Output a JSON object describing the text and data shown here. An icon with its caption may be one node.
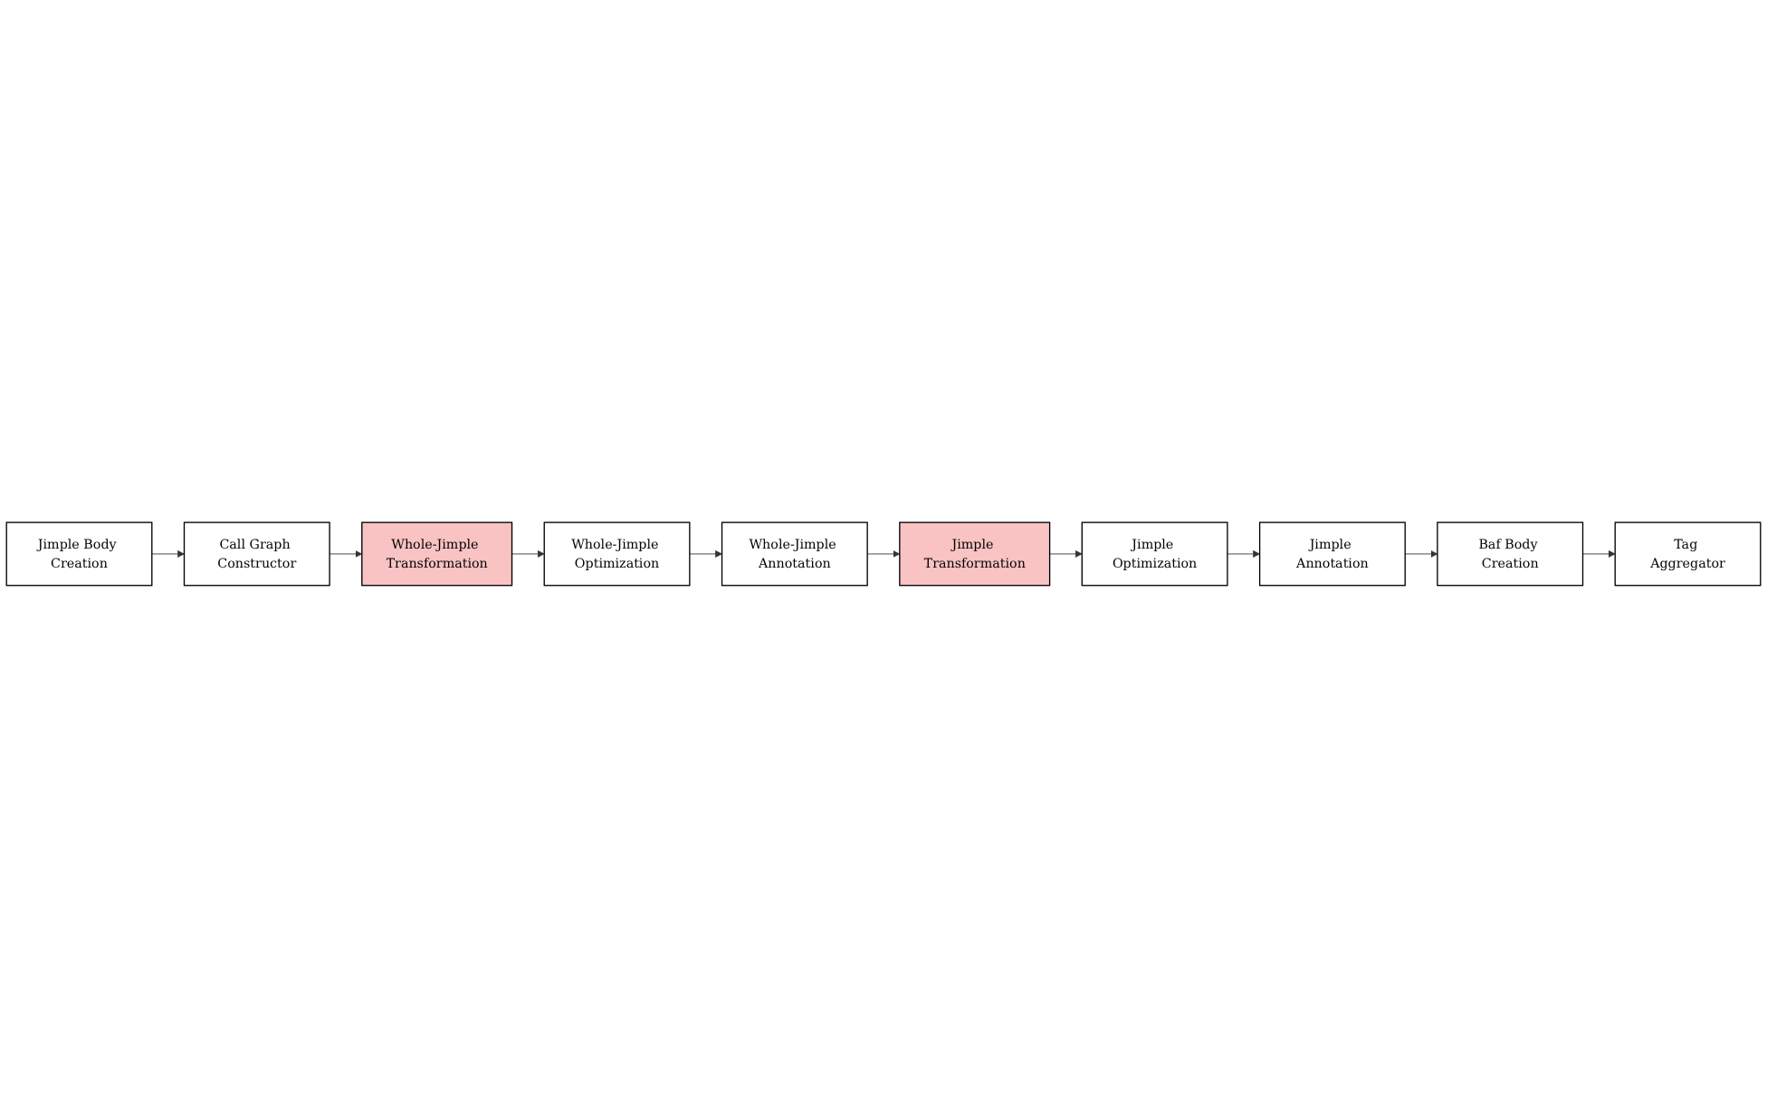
{
  "diagram": {
    "nodes": [
      {
        "text": [
          "Jimple Body Creation"
        ]
      },
      {
        "text": [
          "Call Graph Constructor"
        ]
      },
      {
        "text": [
          "Whole-Jimple Transformation"
        ]
      },
      {
        "text": [
          "Whole-Jimple Optimization"
        ]
      },
      {
        "text": [
          "Whole-Jimple Annotation"
        ]
      },
      {
        "text": [
          "Jimple Transformation"
        ]
      },
      {
        "text": [
          "Jimple Optimization"
        ]
      },
      {
        "text": [
          "Jimple Annotation"
        ]
      },
      {
        "text": [
          "Baf Body Creation"
        ]
      },
      {
        "text": [
          "Tag Aggregator"
        ]
      }
    ],
    "edges": [
      {
        "from": 0,
        "to": 1,
        "arrow": "to"
      },
      {
        "from": 1,
        "to": 2,
        "arrow": "to"
      },
      {
        "from": 2,
        "to": 3,
        "arrow": "to"
      },
      {
        "from": 3,
        "to": 4,
        "arrow": "to"
      },
      {
        "from": 4,
        "to": 5,
        "arrow": "to"
      },
      {
        "from": 5,
        "to": 6,
        "arrow": "to"
      },
      {
        "from": 6,
        "to": 7,
        "arrow": "to"
      },
      {
        "from": 7,
        "to": 8,
        "arrow": "to"
      },
      {
        "from": 8,
        "to": 9,
        "arrow": "to"
      }
    ]
  }
}
